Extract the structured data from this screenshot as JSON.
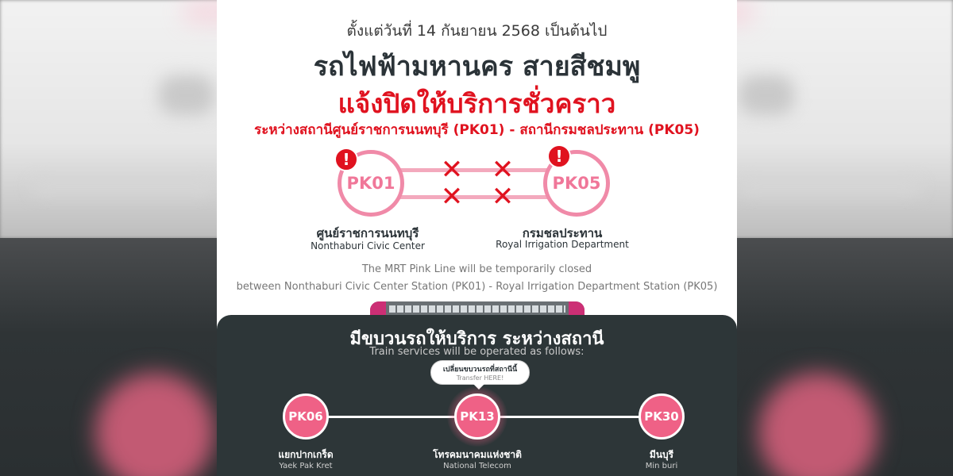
{
  "header": {
    "date_line": "ตั้งแต่วันที่ 14 กันยายน 2568 เป็นต้นไป",
    "title": "รถไฟฟ้ามหานคร สายสีชมพู",
    "closure": "แจ้งปิดให้บริการชั่วคราว",
    "between": "ระหว่างสถานีศูนย์ราชการนนทบุรี (PK01) - สถานีกรมชลประทาน (PK05)"
  },
  "closed_segment": {
    "alert_glyph": "!",
    "x_glyph": "✕",
    "stations": [
      {
        "code": "PK01",
        "name_th": "ศูนย์ราชการนนทบุรี",
        "name_en": "Nonthaburi Civic Center"
      },
      {
        "code": "PK05",
        "name_th": "กรมชลประทาน",
        "name_en": "Royal Irrigation Department"
      }
    ]
  },
  "notice_en": {
    "line1": "The MRT Pink Line will be temporarily closed",
    "line2": "between Nonthaburi Civic Center Station (PK01) - Royal Irrigation Department Station (PK05)"
  },
  "service": {
    "title": "มีขบวนรถให้บริการ ระหว่างสถานี",
    "subtitle": "Train services will be operated as follows:",
    "transfer_th": "เปลี่ยนขบวนรถที่สถานีนี้",
    "transfer_en": "Transfer HERE!",
    "stations": [
      {
        "code": "PK06",
        "name_th": "แยกปากเกร็ด",
        "name_en": "Yaek Pak Kret"
      },
      {
        "code": "PK13",
        "name_th": "โทรคมนาคมแห่งชาติ",
        "name_en": "National Telecom"
      },
      {
        "code": "PK30",
        "name_th": "มีนบุรี",
        "name_en": "Min buri"
      }
    ]
  },
  "colors": {
    "pink_line": "#ef6186",
    "alert_red": "#e0121f",
    "dark_panel": "#2d3638"
  }
}
